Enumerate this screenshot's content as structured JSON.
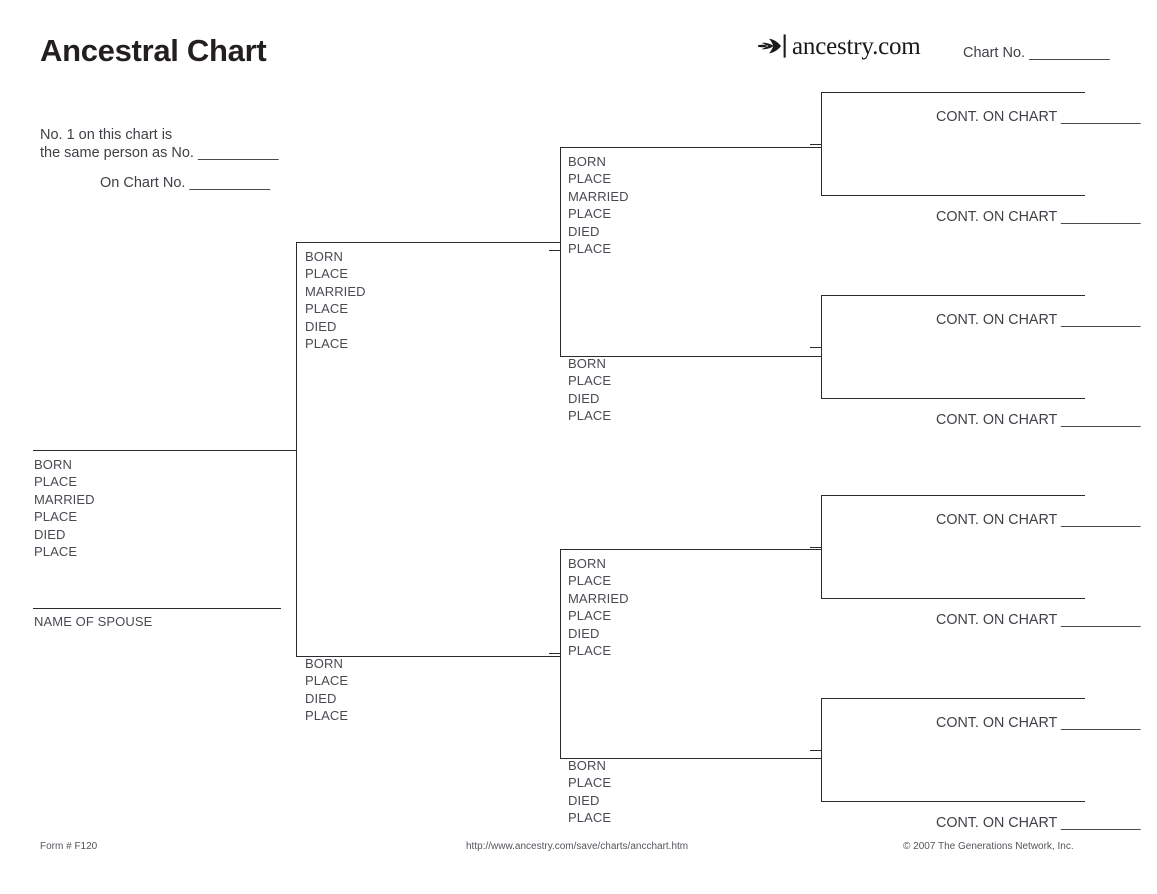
{
  "header": {
    "title": "Ancestral Chart",
    "brand": {
      "icon": "ancestry-leaf-icon",
      "text": "ancestry.com"
    },
    "chart_no_label": "Chart No. __________"
  },
  "notes": {
    "line1": "No. 1 on this chart is",
    "line2": "the same person as No. __________",
    "line3": "On Chart No. __________"
  },
  "field_sets": {
    "full": [
      "BORN",
      "PLACE",
      "MARRIED",
      "PLACE",
      "DIED",
      "PLACE"
    ],
    "short": [
      "BORN",
      "PLACE",
      "DIED",
      "PLACE"
    ]
  },
  "persons": {
    "p1": {
      "position": "generation-1-root",
      "fields": [
        "BORN",
        "PLACE",
        "MARRIED",
        "PLACE",
        "DIED",
        "PLACE"
      ],
      "spouse_caption": "NAME OF SPOUSE"
    },
    "p2": {
      "position": "generation-2-father",
      "fields": [
        "BORN",
        "PLACE",
        "MARRIED",
        "PLACE",
        "DIED",
        "PLACE"
      ]
    },
    "p3": {
      "position": "generation-2-mother",
      "fields": [
        "BORN",
        "PLACE",
        "DIED",
        "PLACE"
      ]
    },
    "p4": {
      "position": "generation-3-paternal-grandfather",
      "fields": [
        "BORN",
        "PLACE",
        "MARRIED",
        "PLACE",
        "DIED",
        "PLACE"
      ]
    },
    "p5": {
      "position": "generation-3-paternal-grandmother",
      "fields": [
        "BORN",
        "PLACE",
        "DIED",
        "PLACE"
      ]
    },
    "p6": {
      "position": "generation-3-maternal-grandfather",
      "fields": [
        "BORN",
        "PLACE",
        "MARRIED",
        "PLACE",
        "DIED",
        "PLACE"
      ]
    },
    "p7": {
      "position": "generation-3-maternal-grandmother",
      "fields": [
        "BORN",
        "PLACE",
        "DIED",
        "PLACE"
      ]
    }
  },
  "continuations": [
    {
      "id": "cont-1",
      "label": "CONT. ON CHART __________"
    },
    {
      "id": "cont-2",
      "label": "CONT. ON CHART __________"
    },
    {
      "id": "cont-3",
      "label": "CONT. ON CHART __________"
    },
    {
      "id": "cont-4",
      "label": "CONT. ON CHART __________"
    },
    {
      "id": "cont-5",
      "label": "CONT. ON CHART __________"
    },
    {
      "id": "cont-6",
      "label": "CONT. ON CHART __________"
    },
    {
      "id": "cont-7",
      "label": "CONT. ON CHART __________"
    },
    {
      "id": "cont-8",
      "label": "CONT. ON CHART __________"
    }
  ],
  "footer": {
    "form": "Form # F120",
    "url": "http://www.ancestry.com/save/charts/ancchart.htm",
    "copyright": "© 2007 The Generations Network, Inc."
  },
  "colors": {
    "ink": "#231f20",
    "rule": "#2b2b2b",
    "label": "#4a4a52",
    "background": "#ffffff"
  }
}
